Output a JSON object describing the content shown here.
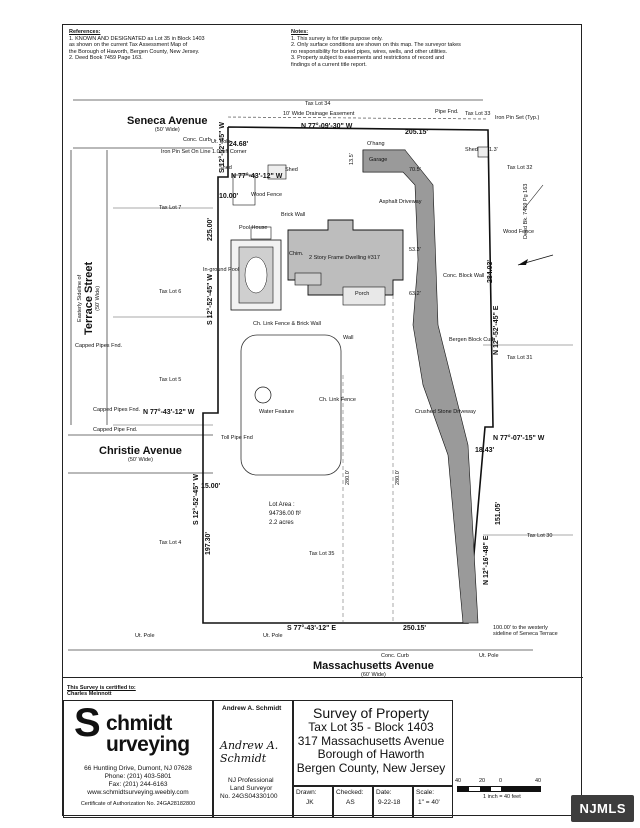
{
  "references": {
    "heading": "References:",
    "items": [
      "1.  KNOWN AND DESIGNATED as Lot 35 in Block 1403",
      "     as shown on the current Tax Assessment Map of",
      "     the Borough of Haworth, Bergen County, New Jersey.",
      "2.  Deed Book 7459 Page 163."
    ]
  },
  "notes": {
    "heading": "Notes:",
    "items": [
      "1.  This survey is for title purpose only.",
      "2.  Only surface conditions are shown on this map. The surveyor takes",
      "     no responsibility for buried pipes, wires, wells, and other utilities.",
      "3.  Property subject to easements and restrictions of record and",
      "     findings of a current title report."
    ]
  },
  "streets": {
    "seneca": "Seneca Avenue",
    "seneca_width": "(50' Wide)",
    "terrace": "Terrace Street",
    "terrace_width": "(50' Wide)",
    "terrace_note": "Easterly Sideline of",
    "christie": "Christie Avenue",
    "christie_width": "(50' Wide)",
    "massachusetts": "Massachusetts Avenue",
    "massachusetts_width": "(60' Wide)"
  },
  "lots": {
    "lot34": "Tax Lot 34",
    "lot33": "Tax Lot 33",
    "lot32": "Tax Lot 32",
    "lot7": "Tax Lot 7",
    "lot6": "Tax Lot 6",
    "lot5": "Tax Lot 5",
    "lot4": "Tax Lot 4",
    "lot31": "Tax Lot 31",
    "lot30": "Tax Lot 30",
    "lot35": "Tax Lot 35"
  },
  "bearings": {
    "north_line": "N 77°-09'-30\" W",
    "north_dist": "205.15'",
    "south_line": "S 77°-43'-12\" E",
    "south_dist": "250.15'",
    "west_top": "S 12°-52'-45\" W",
    "west_top_dist": "24.68'",
    "jog1": "N 77°-43'-12\" W",
    "jog1_dist": "10.00'",
    "west_mid": "S 12°-52'-45\" W",
    "west_mid_dist": "225.00'",
    "jog2": "N 77°-43'-12\" W",
    "jog2_dist": "15.00'",
    "west_low": "S 12°-52'-45\" W",
    "west_low_dist": "197.30'",
    "east_top": "N 12°-52'-45\" E",
    "east_top_dist": "284.03'",
    "east_jog": "N 77°-07'-15\" W",
    "east_jog_dist": "18.43'",
    "east_low": "N 12°-16'-48\" E",
    "east_low_dist": "151.05'"
  },
  "features": {
    "drainage": "10' Wide Drainage Easement",
    "pipe_fnd": "Pipe Fnd.",
    "iron_pin": "Iron Pin Set (Typ.)",
    "ut_pole": "Ut. Pole",
    "conc_curb": "Conc. Curb",
    "iron_pin_line": "Iron Pin Set On Line 1.0' off Corner",
    "shed": "Shed",
    "wood_fence": "Wood Fence",
    "brick_wall": "Brick Wall",
    "pool_house": "Pool House",
    "inground_pool": "In-ground Pool",
    "dwelling": "2 Story Frame Dwelling #317",
    "chim": "Chim.",
    "porch": "Porch",
    "asphalt_drive": "Asphalt Driveway",
    "garage": "Garage",
    "ohang": "O'hang",
    "conc_block_wall": "Conc. Block Wall",
    "bergen_block_curb": "Bergen Block Curb",
    "chain_fence": "Ch. Link Fence & Brick Wall",
    "wall": "Wall",
    "chain_fence2": "Ch. Link Fence",
    "water_feature": "Water Feature",
    "capped_pipe": "Capped Pipes Fnd.",
    "capped_pipe2": "Capped Pipe Fnd.",
    "toll_pipe": "Toll Pipe Fnd",
    "crushed_stone": "Crushed Stone Driveway",
    "deed": "Deed Bk. 7459 Pg 163",
    "dist_1": "70.5'",
    "dist_2": "53.3'",
    "dist_3": "63.2'",
    "dist_4": "1.3'",
    "dist_5": "13.5'",
    "dist_6": "280.0'",
    "dist_7": "280.0'",
    "sideline_note": "100.00' to the westerly sideline of Seneca Terrace"
  },
  "lot_area": {
    "label": "Lot Area :",
    "sqft": "94736.00 ft²",
    "acres": "2.2 acres"
  },
  "certification": {
    "line1": "This Survey is certified to:",
    "line2": "Charles Meinnott"
  },
  "company": {
    "s": "S",
    "word1": "chmidt",
    "word2": "urveying",
    "address": "66 Huntling Drive, Dumont, NJ 07628",
    "phone": "Phone: (201) 403-5801",
    "fax": "Fax: (201) 244-6163",
    "web": "www.schmidtsurveying.weebly.com",
    "cert": "Certificate of Authorization No. 24GA28182800"
  },
  "surveyor": {
    "name": "Andrew A. Schmidt",
    "signature": "Andrew A. Schmidt",
    "role1": "NJ Professional",
    "role2": "Land Surveyor",
    "license": "No. 24GS04330100"
  },
  "title": {
    "line1": "Survey of Property",
    "line2": "Tax Lot 35 - Block 1403",
    "line3": "317 Massachusetts Avenue",
    "line4": "Borough of Haworth",
    "line5": "Bergen County, New Jersey"
  },
  "meta": {
    "drawn_label": "Drawn:",
    "drawn": "JK",
    "checked_label": "Checked:",
    "checked": "AS",
    "date_label": "Date:",
    "date": "9-22-18",
    "scale_label": "Scale:",
    "scale": "1\" = 40'"
  },
  "scale_bar": {
    "t0": "40",
    "t1": "20",
    "t2": "0",
    "t3": "40",
    "caption": "1 inch = 40 feet"
  },
  "watermark": "NJMLS"
}
